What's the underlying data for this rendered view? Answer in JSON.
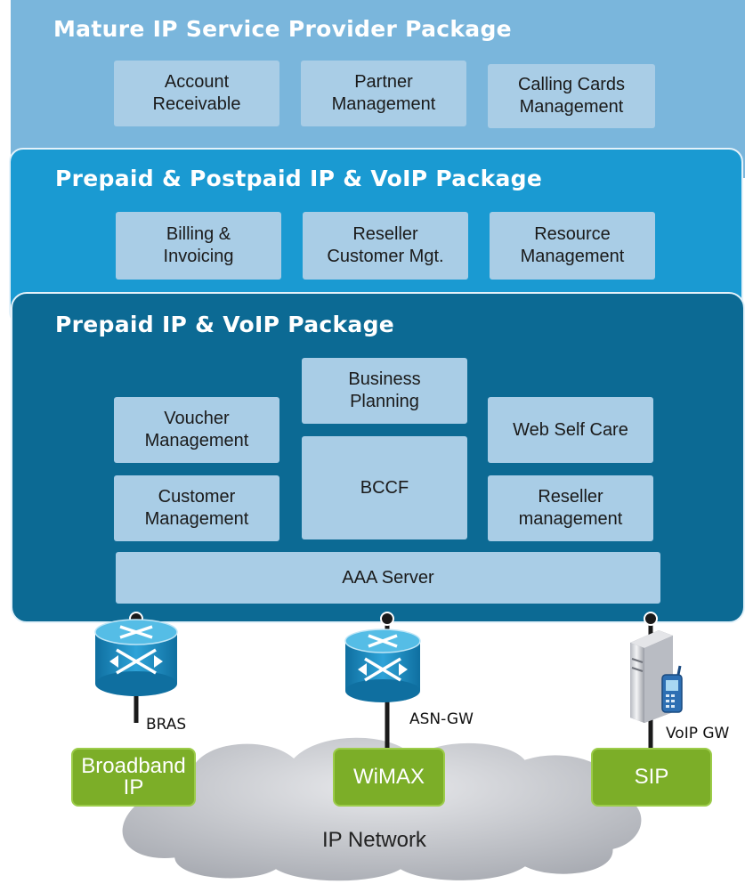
{
  "layers": {
    "mature": {
      "title": "Mature IP Service Provider Package",
      "color": "#7ab6dc",
      "modules": [
        "Account\nReceivable",
        "Partner\nManagement",
        "Calling Cards\nManagement"
      ]
    },
    "postpaid": {
      "title": "Prepaid & Postpaid IP & VoIP Package",
      "color": "#1a9ad2",
      "modules": [
        "Billing &\nInvoicing",
        "Reseller\nCustomer Mgt.",
        "Resource\nManagement"
      ]
    },
    "prepaid": {
      "title": "Prepaid IP & VoIP Package",
      "color": "#0c6a94",
      "modules": {
        "voucher": "Voucher\nManagement",
        "customer": "Customer\nManagement",
        "business_planning": "Business\nPlanning",
        "bccf": "BCCF",
        "web_self_care": "Web Self Care",
        "reseller": "Reseller\nmanagement",
        "aaa": "AAA Server"
      }
    }
  },
  "network": {
    "gateways": [
      {
        "label": "BRAS",
        "icon": "router-icon",
        "access": "Broadband\nIP"
      },
      {
        "label": "ASN-GW",
        "icon": "router-icon",
        "access": "WiMAX"
      },
      {
        "label": "VoIP GW",
        "icon": "server-phone-icon",
        "access": "SIP"
      }
    ],
    "cloud_label": "IP Network"
  },
  "colors": {
    "module_box": "#a9cde6",
    "access_green": "#7cae28",
    "router_blue": "#1a8fc6",
    "cloud_gray": "#c4c6cb"
  }
}
